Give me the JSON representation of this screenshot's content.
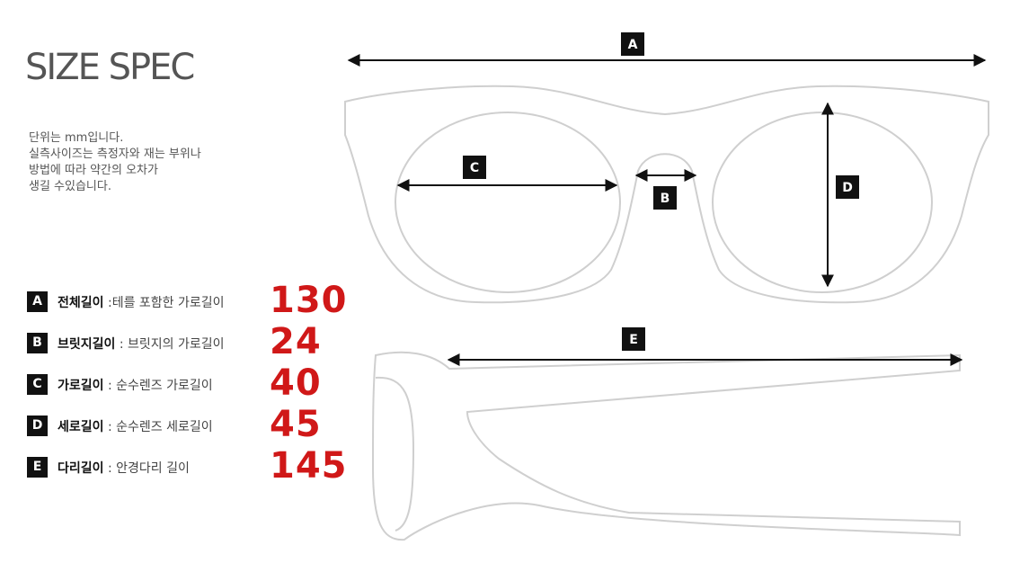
{
  "title": "SIZE SPEC",
  "note_lines": [
    "단위는 mm입니다.",
    "실측사이즈는 측정자와 재는 부위나",
    "방법에 따라 약간의 오차가",
    "생길 수있습니다."
  ],
  "specs": [
    {
      "letter": "A",
      "name": "전체길이",
      "desc": " :테를 포함한 가로길이",
      "value": "130"
    },
    {
      "letter": "B",
      "name": "브릿지길이",
      "desc": " : 브릿지의 가로길이",
      "value": "24"
    },
    {
      "letter": "C",
      "name": "가로길이",
      "desc": " : 순수렌즈 가로길이",
      "value": "40"
    },
    {
      "letter": "D",
      "name": "세로길이",
      "desc": " : 순수렌즈 세로길이",
      "value": "45"
    },
    {
      "letter": "E",
      "name": "다리길이",
      "desc": " : 안경다리 길이",
      "value": "145"
    }
  ],
  "diagram_labels": {
    "a": "A",
    "b": "B",
    "c": "C",
    "d": "D",
    "e": "E"
  },
  "colors": {
    "value_red": "#d01818",
    "badge": "#111111",
    "outline": "#cfcfcf"
  }
}
